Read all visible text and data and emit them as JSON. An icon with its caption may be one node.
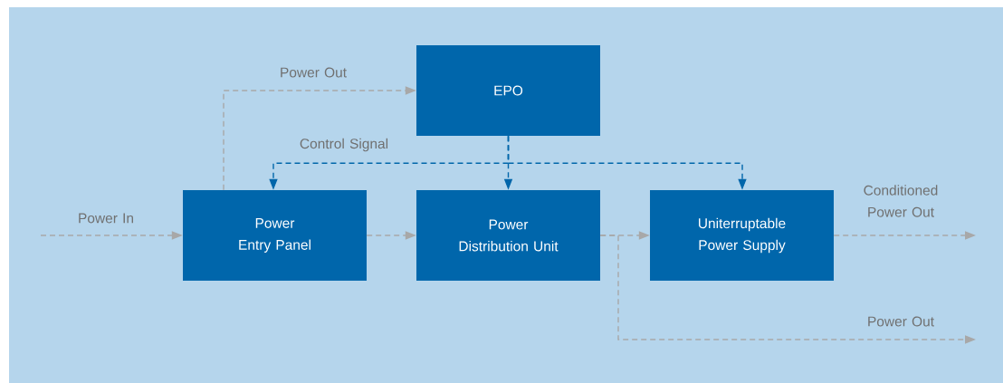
{
  "diagram": {
    "nodes": [
      {
        "text": [
          "EPO"
        ]
      },
      {
        "text": [
          "Power Entry Panel"
        ]
      },
      {
        "text": [
          "Power Distribution Unit"
        ]
      },
      {
        "text": [
          "Uniterruptable Power Supply"
        ]
      }
    ],
    "edges": [
      {
        "from": null,
        "to": 1,
        "arrow": "to",
        "label": "Power In",
        "style": "dashed"
      },
      {
        "from": 1,
        "to": 0,
        "arrow": "to",
        "label": "Power Out",
        "style": "dashed"
      },
      {
        "from": 1,
        "to": 2,
        "arrow": "to",
        "style": "dashed"
      },
      {
        "from": 2,
        "to": 3,
        "arrow": "to",
        "style": "dashed"
      },
      {
        "from": 3,
        "to": null,
        "arrow": "to",
        "label": "Conditioned Power Out",
        "style": "dashed"
      },
      {
        "from": 2,
        "to": null,
        "arrow": "to",
        "label": "Power Out",
        "style": "dashed"
      },
      {
        "from": 0,
        "to": 1,
        "arrow": "to",
        "label": "Control Signal",
        "style": "dashed",
        "color": "#0066aa"
      },
      {
        "from": 0,
        "to": 2,
        "arrow": "to",
        "style": "dashed",
        "color": "#0066aa"
      },
      {
        "from": 0,
        "to": 3,
        "arrow": "to",
        "style": "dashed",
        "color": "#0066aa"
      }
    ]
  }
}
